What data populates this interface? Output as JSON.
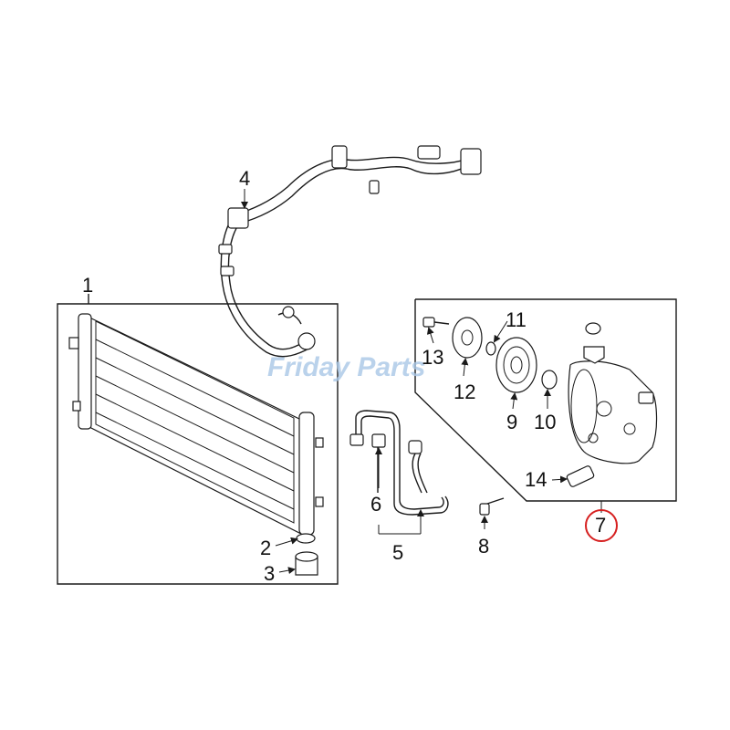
{
  "callouts": {
    "c1": "1",
    "c2": "2",
    "c3": "3",
    "c4": "4",
    "c5": "5",
    "c6": "6",
    "c7": "7",
    "c8": "8",
    "c9": "9",
    "c10": "10",
    "c11": "11",
    "c12": "12",
    "c13": "13",
    "c14": "14"
  },
  "highlight_color": "#d62020",
  "watermark": "Friday Parts"
}
